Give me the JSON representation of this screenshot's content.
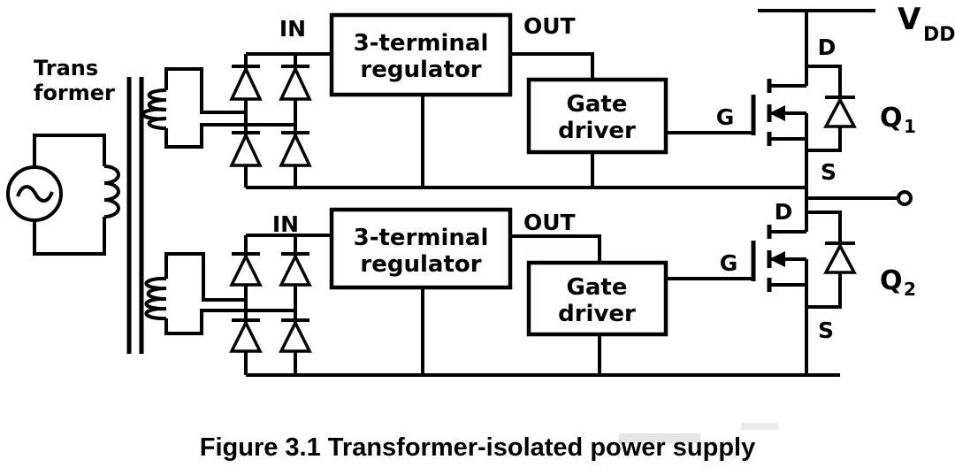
{
  "colors": {
    "ink": "#000000",
    "bg": "#ffffff",
    "wm": "#b9bdc2"
  },
  "transformer": {
    "label_line1": "Trans",
    "label_line2": "former"
  },
  "power_rail": {
    "vdd_name": "V",
    "vdd_subscript": "DD"
  },
  "channels": [
    {
      "in_label": "IN",
      "regulator_line1": "3-terminal",
      "regulator_line2": "regulator",
      "out_label": "OUT",
      "gate_driver_line1": "Gate",
      "gate_driver_line2": "driver",
      "gate_label": "G",
      "drain_label": "D",
      "source_label": "S",
      "mosfet_name": "Q",
      "mosfet_subscript": "1"
    },
    {
      "in_label": "IN",
      "regulator_line1": "3-terminal",
      "regulator_line2": "regulator",
      "out_label": "OUT",
      "gate_driver_line1": "Gate",
      "gate_driver_line2": "driver",
      "gate_label": "G",
      "drain_label": "D",
      "source_label": "S",
      "mosfet_name": "Q",
      "mosfet_subscript": "2"
    }
  ],
  "caption": "Figure 3.1 Transformer-isolated power supply"
}
